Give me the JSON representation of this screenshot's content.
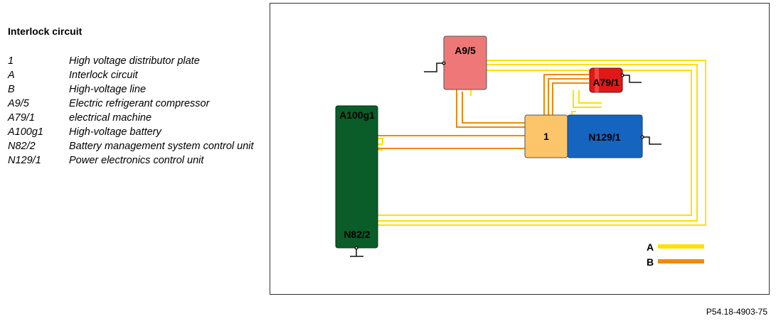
{
  "legend": {
    "title": "Interlock circuit",
    "items": [
      {
        "key": "1",
        "desc": "High voltage distributor plate"
      },
      {
        "key": "A",
        "desc": "Interlock circuit"
      },
      {
        "key": "B",
        "desc": "High-voltage line"
      },
      {
        "key": "A9/5",
        "desc": "Electric refrigerant compressor"
      },
      {
        "key": "A79/1",
        "desc": "electrical machine"
      },
      {
        "key": "A100g1",
        "desc": "High-voltage battery"
      },
      {
        "key": "N82/2",
        "desc": "Battery management system control unit"
      },
      {
        "key": "N129/1",
        "desc": "Power electronics control unit"
      }
    ]
  },
  "diagram": {
    "components": {
      "compressor": "A9/5",
      "machine": "A79/1",
      "battery": "A100g1",
      "bms": "N82/2",
      "distributor": "1",
      "power_electronics": "N129/1"
    },
    "line_legend": {
      "a": "A",
      "b": "B"
    },
    "colors": {
      "interlock_line": "#ffe000",
      "hv_line": "#f08a00",
      "compressor_box": "#ee7878",
      "machine_box": "#e01818",
      "battery_box": "#0a5c28",
      "distributor_box": "#fcc56a",
      "power_electronics_box": "#1565c0"
    }
  },
  "reference": "P54.18-4903-75"
}
